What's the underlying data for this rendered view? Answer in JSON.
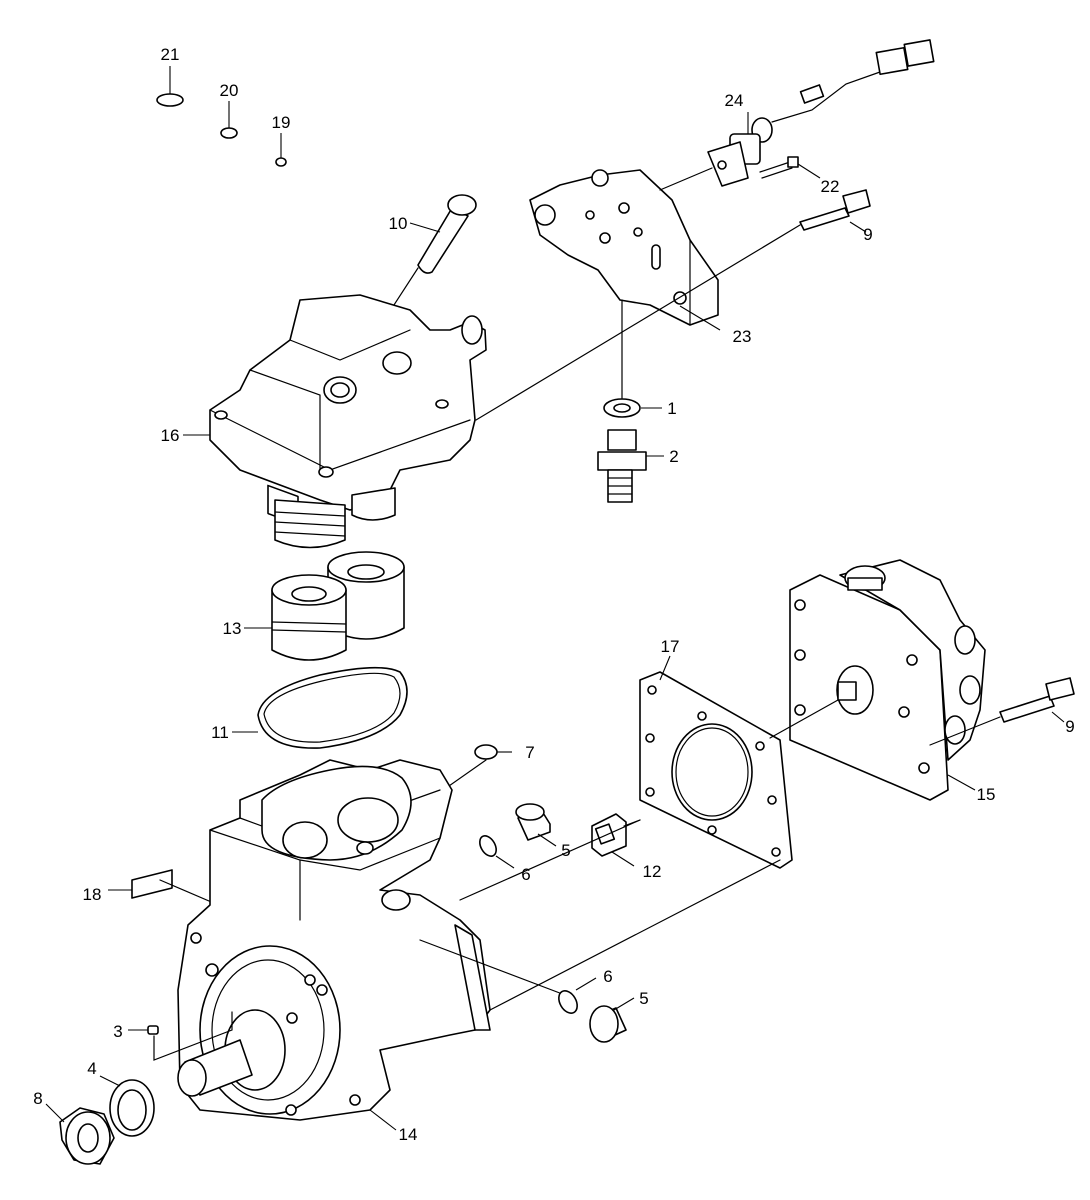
{
  "diagram": {
    "callouts": [
      {
        "id": "c21",
        "label": "21"
      },
      {
        "id": "c20",
        "label": "20"
      },
      {
        "id": "c19",
        "label": "19"
      },
      {
        "id": "c24",
        "label": "24"
      },
      {
        "id": "c22",
        "label": "22"
      },
      {
        "id": "c9a",
        "label": "9"
      },
      {
        "id": "c10",
        "label": "10"
      },
      {
        "id": "c23",
        "label": "23"
      },
      {
        "id": "c16",
        "label": "16"
      },
      {
        "id": "c1",
        "label": "1"
      },
      {
        "id": "c2",
        "label": "2"
      },
      {
        "id": "c13",
        "label": "13"
      },
      {
        "id": "c17",
        "label": "17"
      },
      {
        "id": "c9b",
        "label": "9"
      },
      {
        "id": "c11",
        "label": "11"
      },
      {
        "id": "c7",
        "label": "7"
      },
      {
        "id": "c15",
        "label": "15"
      },
      {
        "id": "c5a",
        "label": "5"
      },
      {
        "id": "c6a",
        "label": "6"
      },
      {
        "id": "c12",
        "label": "12"
      },
      {
        "id": "c18",
        "label": "18"
      },
      {
        "id": "c6b",
        "label": "6"
      },
      {
        "id": "c5b",
        "label": "5"
      },
      {
        "id": "c3",
        "label": "3"
      },
      {
        "id": "c4",
        "label": "4"
      },
      {
        "id": "c8",
        "label": "8"
      },
      {
        "id": "c14",
        "label": "14"
      }
    ]
  }
}
